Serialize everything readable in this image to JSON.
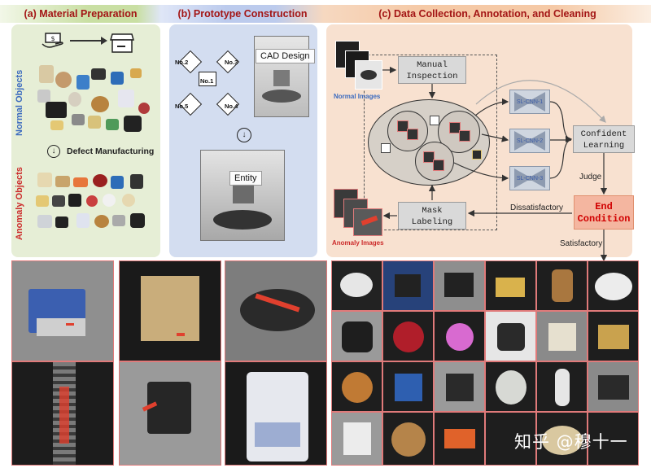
{
  "banners": {
    "a": "(a) Material Preparation",
    "b": "(b) Prototype Construction",
    "c": "(c) Data Collection, Annotation, and Cleaning"
  },
  "panel_a": {
    "normal_objects": "Normal Objects",
    "defect_manufacturing": "Defect Manufacturing",
    "anomaly_objects": "Anomaly Objects"
  },
  "panel_b": {
    "cam_labels": [
      "No.1",
      "No.2",
      "No.3",
      "No.4",
      "No.5"
    ],
    "cad_design": "CAD Design",
    "entity": "Entity"
  },
  "panel_c": {
    "manual_inspection": "Manual\nInspection",
    "mask_labeling": "Mask\nLabeling",
    "confident_learning": "Confident\nLearning",
    "end_condition": "End\nCondition",
    "cnn_labels": [
      "SL-CNN-1",
      "SL-CNN-2",
      "SL-CNN-3"
    ],
    "normal_images": "Normal Images",
    "anomaly_images": "Anomaly Images",
    "judge": "Judge",
    "dissatisfactory": "Dissatisfactory",
    "satisfactory": "Satisfactory"
  },
  "watermark": "知乎 @穆十一",
  "colors": {
    "title_red": "#a31515",
    "normal_blue": "#3c6bbf",
    "anomaly_red": "#cc2b2b",
    "end_condition_bg": "#f4b6a0",
    "grid_border": "#e07a7a"
  }
}
